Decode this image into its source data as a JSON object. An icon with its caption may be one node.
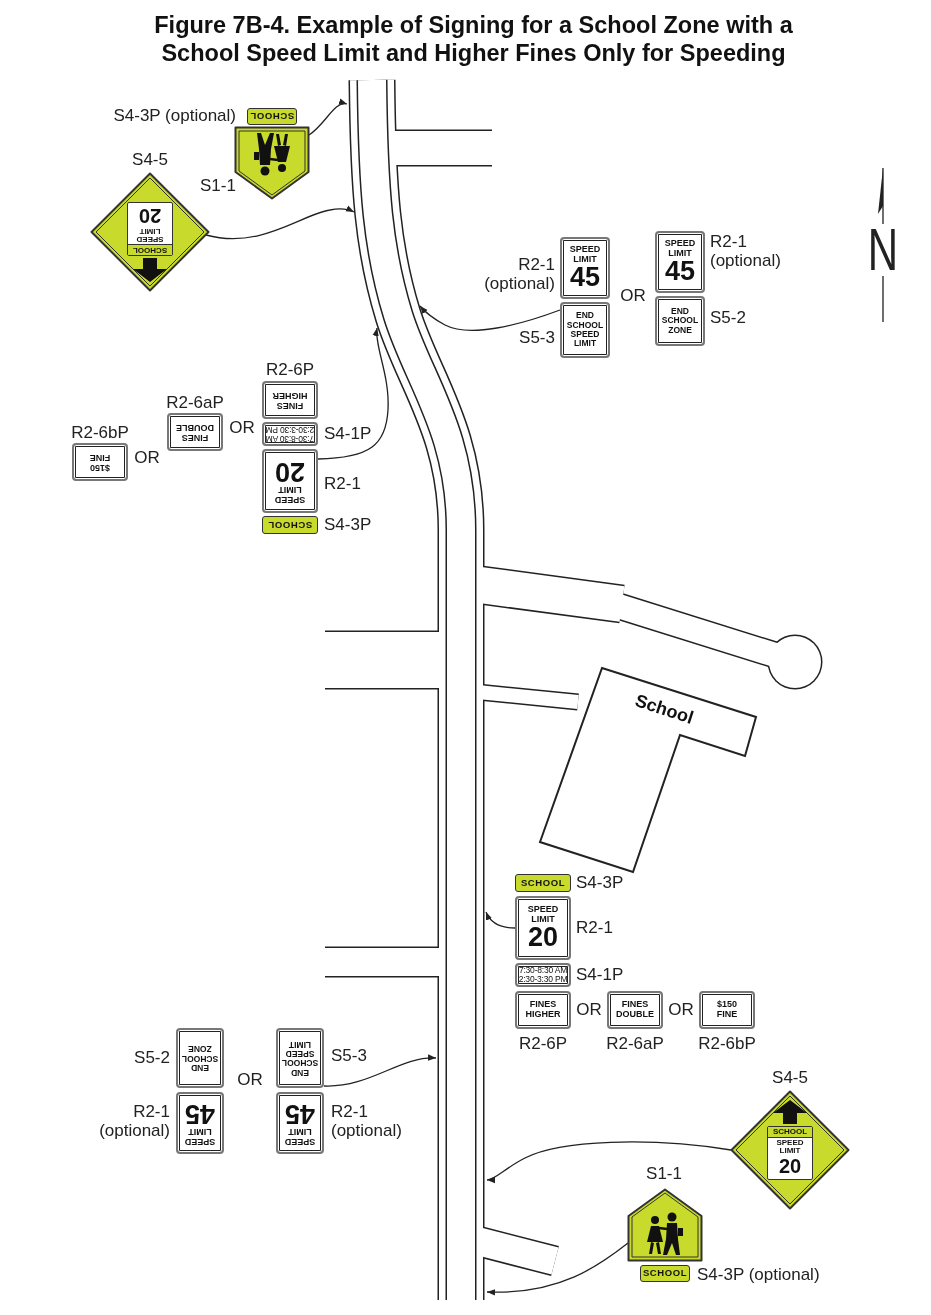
{
  "diagram": {
    "title": "Figure 7B-4. Example of Signing for a School Zone with a School Speed Limit and Higher Fines Only for Speeding",
    "nodes": [
      {
        "text": [
          "SCHOOL"
        ],
        "beside": [
          "S4-3P (optional)"
        ]
      },
      {
        "text": [],
        "shape": "pentagon",
        "beside": [
          "S1-1"
        ]
      },
      {
        "text": [
          "SCHOOL",
          "SPEED LIMIT",
          "20"
        ],
        "beside": [
          "S4-5"
        ]
      },
      {
        "text": [
          "SPEED LIMIT",
          "45"
        ],
        "beside": [
          "R2-1 (optional)"
        ]
      },
      {
        "text": [
          "END SCHOOL SPEED LIMIT"
        ],
        "beside": [
          "S5-3"
        ]
      },
      {
        "text": [
          "SPEED LIMIT",
          "45"
        ],
        "beside": [
          "R2-1 (optional)"
        ]
      },
      {
        "text": [
          "END SCHOOL ZONE"
        ],
        "beside": [
          "S5-2"
        ]
      },
      {
        "text": [
          "FINES HIGHER"
        ],
        "beside": [
          "R2-6P"
        ]
      },
      {
        "text": [
          "7:30-8:30 AM 2:30-3:30 PM"
        ],
        "beside": [
          "S4-1P"
        ]
      },
      {
        "text": [
          "SPEED LIMIT",
          "20"
        ],
        "beside": [
          "R2-1"
        ]
      },
      {
        "text": [
          "SCHOOL"
        ],
        "beside": [
          "S4-3P"
        ]
      },
      {
        "text": [
          "FINES DOUBLE"
        ],
        "beside": [
          "R2-6aP"
        ]
      },
      {
        "text": [
          "$150 FINE"
        ],
        "beside": [
          "R2-6bP"
        ]
      },
      {
        "text": [
          "School"
        ]
      },
      {
        "text": [
          "SCHOOL"
        ],
        "beside": [
          "S4-3P"
        ]
      },
      {
        "text": [
          "SPEED LIMIT",
          "20"
        ],
        "beside": [
          "R2-1"
        ]
      },
      {
        "text": [
          "7:30-8:30 AM 2:30-3:30 PM"
        ],
        "beside": [
          "S4-1P"
        ]
      },
      {
        "text": [
          "FINES HIGHER"
        ],
        "beside": [
          "R2-6P"
        ]
      },
      {
        "text": [
          "FINES DOUBLE"
        ],
        "beside": [
          "R2-6aP"
        ]
      },
      {
        "text": [
          "$150 FINE"
        ],
        "beside": [
          "R2-6bP"
        ]
      },
      {
        "text": [
          "END SCHOOL ZONE"
        ],
        "beside": [
          "S5-2"
        ]
      },
      {
        "text": [
          "SPEED LIMIT",
          "45"
        ],
        "beside": [
          "R2-1 (optional)"
        ]
      },
      {
        "text": [
          "END SCHOOL SPEED LIMIT"
        ],
        "beside": [
          "S5-3"
        ]
      },
      {
        "text": [
          "SPEED LIMIT",
          "45"
        ],
        "beside": [
          "R2-1 (optional)"
        ]
      },
      {
        "text": [
          "SCHOOL",
          "SPEED LIMIT",
          "20"
        ],
        "beside": [
          "S4-5"
        ]
      },
      {
        "text": [],
        "shape": "pentagon",
        "beside": [
          "S1-1"
        ]
      },
      {
        "text": [
          "SCHOOL"
        ],
        "beside": [
          "S4-3P (optional)"
        ]
      }
    ],
    "edges": [
      {
        "from": 1,
        "to": null,
        "arrow": "to"
      },
      {
        "from": 2,
        "to": null,
        "arrow": "to"
      },
      {
        "from": 4,
        "to": null,
        "arrow": "to"
      },
      {
        "from": 9,
        "to": null,
        "arrow": "to"
      },
      {
        "from": 15,
        "to": null,
        "arrow": "to"
      },
      {
        "from": 22,
        "to": null,
        "arrow": "to"
      },
      {
        "from": 24,
        "to": null,
        "arrow": "to"
      },
      {
        "from": 25,
        "to": null,
        "arrow": "to"
      }
    ],
    "labels": [
      "N",
      "OR",
      "OR",
      "OR",
      "OR",
      "OR",
      "OR"
    ]
  }
}
